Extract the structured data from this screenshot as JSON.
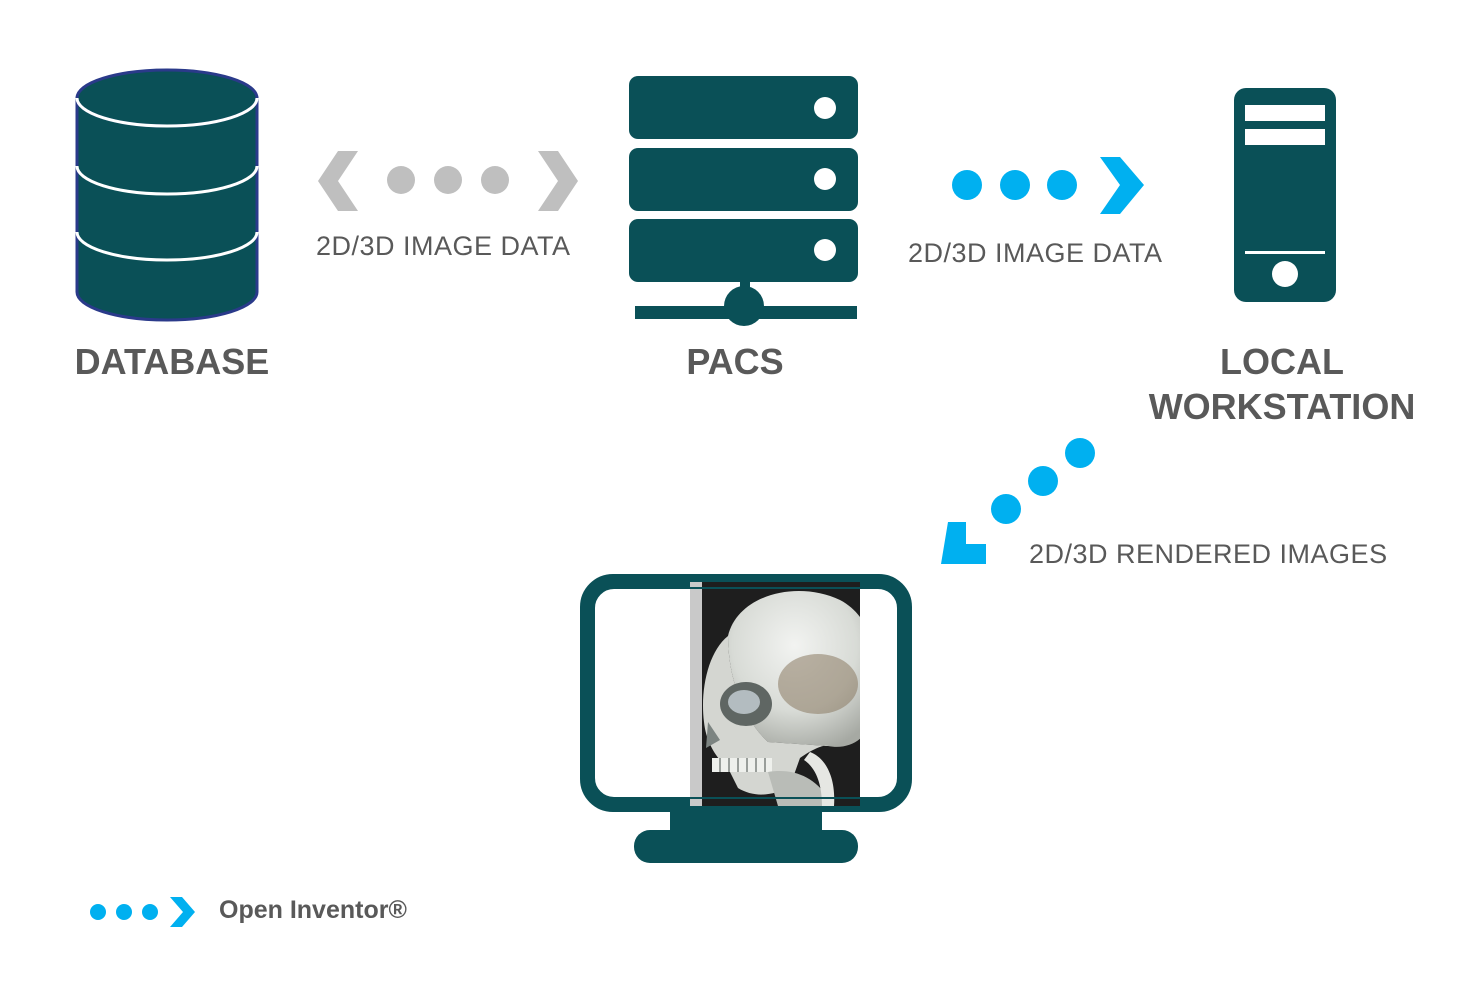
{
  "colors": {
    "icon_fill": "#0a5057",
    "label_text": "#595959",
    "open_inventor_arrow": "#00b0f0",
    "generic_arrow": "#bfbfbf"
  },
  "nodes": {
    "database": {
      "label": "DATABASE",
      "icon": "database-cylinder-icon"
    },
    "pacs": {
      "label": "PACS",
      "icon": "server-rack-icon"
    },
    "workstation": {
      "label_line1": "LOCAL",
      "label_line2": "WORKSTATION",
      "icon": "tower-pc-icon"
    },
    "display": {
      "icon": "monitor-icon",
      "screen_content": "3D rendered skull"
    }
  },
  "connections": {
    "database_pacs": {
      "label": "2D/3D IMAGE DATA",
      "style": "bidirectional-gray"
    },
    "pacs_workstation": {
      "label": "2D/3D IMAGE DATA",
      "style": "open-inventor-blue"
    },
    "workstation_display": {
      "label": "2D/3D RENDERED IMAGES",
      "style": "open-inventor-blue"
    }
  },
  "legend": {
    "label": "Open Inventor®",
    "icon": "blue-dotted-arrow-icon"
  }
}
